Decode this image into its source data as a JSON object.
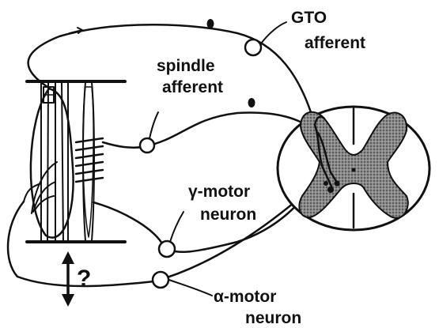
{
  "labels": {
    "gto_line1": "GTO",
    "gto_line2": "afferent",
    "spindle_line1": "spindle",
    "spindle_line2": "afferent",
    "gamma_line1": "γ-motor",
    "gamma_line2": "neuron",
    "alpha_line1": "α-motor",
    "alpha_line2": "neuron",
    "question_mark": "?"
  },
  "colors": {
    "ink": "#111111",
    "background": "#ffffff",
    "gray_matter": "#6e6e6e"
  }
}
